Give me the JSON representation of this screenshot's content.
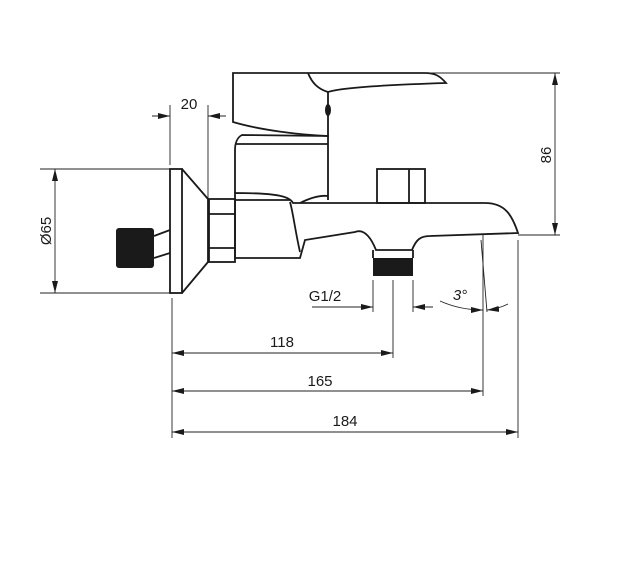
{
  "title": "Bath mixer technical drawing",
  "dimensions": {
    "flange_depth": "20",
    "height": "86",
    "flange_diameter": "Ø65",
    "outlet_thread": "G1/2",
    "spout_angle": "3°",
    "outlet_distance": "118",
    "spout_reach": "165",
    "overall_length": "184"
  },
  "colors": {
    "line": "#1a1a1a",
    "background": "#ffffff"
  }
}
